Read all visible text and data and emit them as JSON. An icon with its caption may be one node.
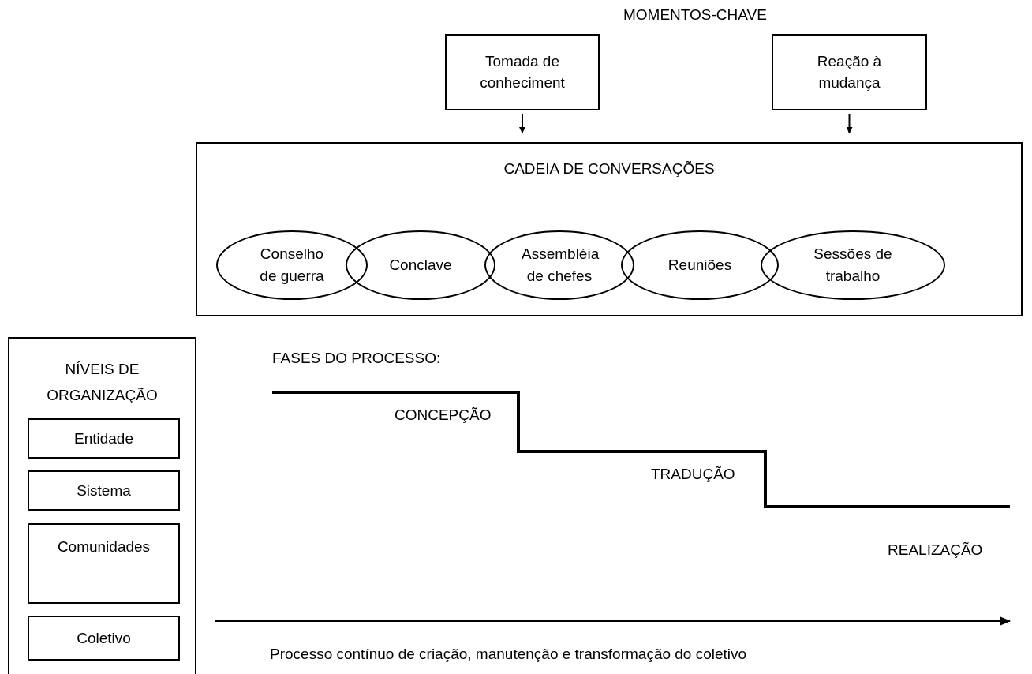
{
  "diagram": {
    "nodes": [
      {
        "text": [
          "Tomada de conheciment"
        ]
      },
      {
        "text": [
          "Reação à mudança"
        ]
      },
      {
        "text": [
          "CADEIA DE CONVERSAÇÕES"
        ]
      },
      {
        "text": [
          "Conselho de guerra"
        ],
        "in": 2
      },
      {
        "text": [
          "Conclave"
        ],
        "in": 2
      },
      {
        "text": [
          "Assembléia de chefes"
        ],
        "in": 2
      },
      {
        "text": [
          "Reuniões"
        ],
        "in": 2
      },
      {
        "text": [
          "Sessões de trabalho"
        ],
        "in": 2
      },
      {
        "text": [
          "NÍVEIS DE ORGANIZAÇÃO"
        ]
      },
      {
        "text": [
          "Entidade"
        ],
        "in": 8
      },
      {
        "text": [
          "Sistema"
        ],
        "in": 8
      },
      {
        "text": [
          "Comunidades"
        ],
        "in": 8
      },
      {
        "text": [
          "Coletivo"
        ],
        "in": 8
      }
    ],
    "edges": [
      {
        "from": 0,
        "to": 2,
        "arrow": "to"
      },
      {
        "from": 1,
        "to": 2,
        "arrow": "to"
      }
    ],
    "labels": [
      "MOMENTOS-CHAVE",
      "FASES DO PROCESSO:",
      "CONCEPÇÃO",
      "TRADUÇÃO",
      "REALIZAÇÃO",
      "Processo contínuo de criação, manutenção e transformação do coletivo"
    ]
  }
}
